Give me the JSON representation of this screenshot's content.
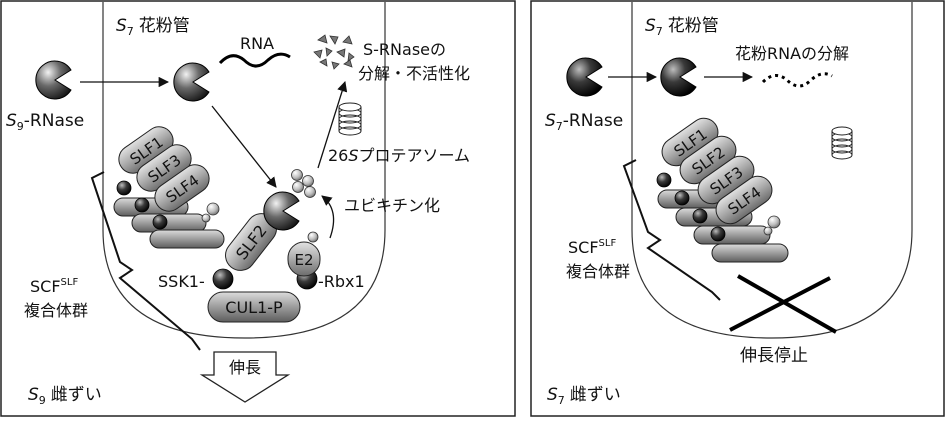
{
  "left_panel": {
    "style_label_num": "9",
    "style_label_suffix": "雌ずい",
    "tube_label_num": "7",
    "tube_label_suffix": "花粉管",
    "rnase_num": "9",
    "rnase_suffix": "-RNase",
    "rna_label": "RNA",
    "degradation_label_line1": "S-RNaseの",
    "degradation_label_line2": "分解・不活性化",
    "proteasome_num": "26",
    "proteasome_s": "S",
    "proteasome_suffix": "プロテアソーム",
    "ubiquitination_label": "ユビキチン化",
    "slf_proteins": [
      "SLF1",
      "SLF3",
      "SLF4"
    ],
    "slf2_label": "SLF2",
    "e2_label": "E2",
    "ssk1_label": "SSK1-",
    "rbx1_label": "-Rbx1",
    "cul1_label": "CUL1-P",
    "scf_label_main": "SCF",
    "scf_label_sup": "SLF",
    "scf_label_line2": "複合体群",
    "growth_label": "伸長"
  },
  "right_panel": {
    "style_label_num": "7",
    "style_label_suffix": "雌ずい",
    "tube_label_num": "7",
    "tube_label_suffix": "花粉管",
    "rnase_num": "7",
    "rnase_suffix": "-RNase",
    "degradation_label": "花粉RNAの分解",
    "slf_proteins": [
      "SLF1",
      "SLF2",
      "SLF3",
      "SLF4"
    ],
    "scf_label_main": "SCF",
    "scf_label_sup": "SLF",
    "scf_label_line2": "複合体群",
    "arrest_label": "伸長停止"
  }
}
